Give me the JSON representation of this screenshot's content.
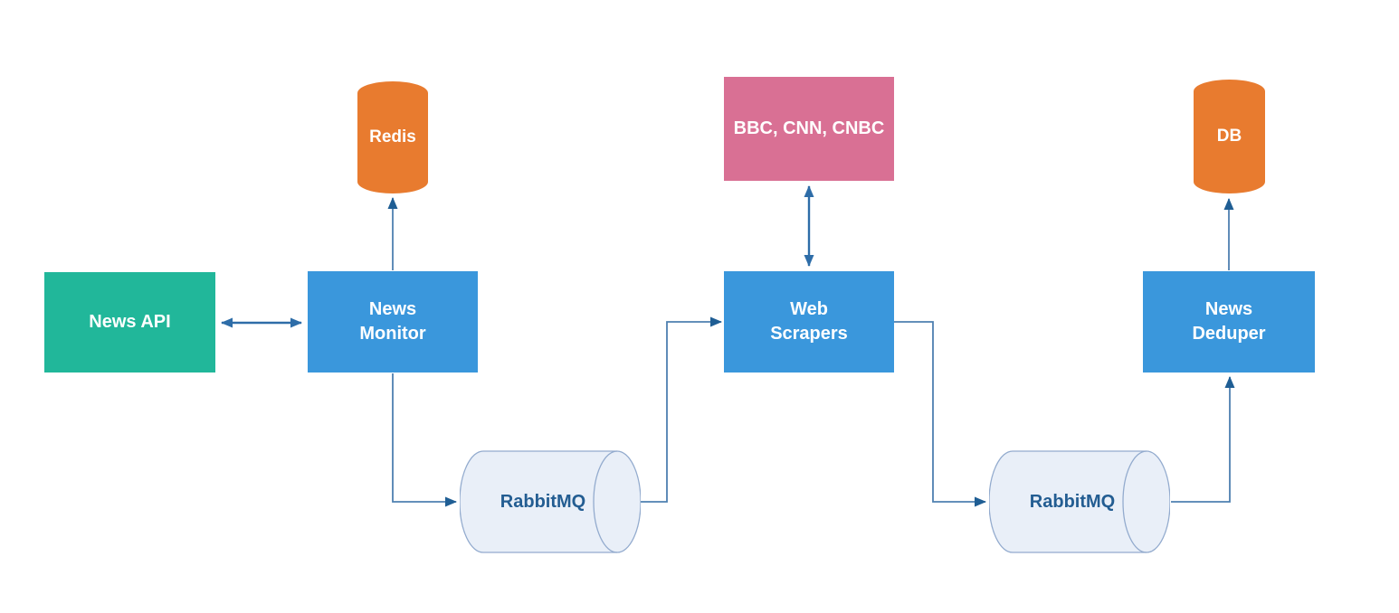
{
  "diagram": {
    "kind": "architecture-flow-diagram",
    "background_color": "#FFFFFF",
    "nodes": {
      "news_api": {
        "label": "News API",
        "shape": "rectangle",
        "fill": "#21B79A",
        "text_color": "#FFFFFF"
      },
      "news_monitor": {
        "label": "News Monitor",
        "shape": "rectangle",
        "fill": "#3A97DC",
        "text_color": "#FFFFFF"
      },
      "redis": {
        "label": "Redis",
        "shape": "cylinder-vertical",
        "fill": "#E87B2F",
        "text_color": "#FFFFFF"
      },
      "sources": {
        "label": "BBC, CNN, CNBC",
        "shape": "rectangle",
        "fill": "#D97094",
        "text_color": "#FFFFFF"
      },
      "web_scrapers": {
        "label": "Web Scrapers",
        "shape": "rectangle",
        "fill": "#3A97DC",
        "text_color": "#FFFFFF"
      },
      "rabbitmq_left": {
        "label": "RabbitMQ",
        "shape": "cylinder-horizontal",
        "fill": "#E9EFF8",
        "stroke": "#93ABCE",
        "text_color": "#235D92"
      },
      "rabbitmq_right": {
        "label": "RabbitMQ",
        "shape": "cylinder-horizontal",
        "fill": "#E9EFF8",
        "stroke": "#93ABCE",
        "text_color": "#235D92"
      },
      "news_deduper": {
        "label": "News Deduper",
        "shape": "rectangle",
        "fill": "#3A97DC",
        "text_color": "#FFFFFF"
      },
      "db": {
        "label": "DB",
        "shape": "cylinder-vertical",
        "fill": "#E87B2F",
        "text_color": "#FFFFFF"
      }
    },
    "edges": [
      {
        "from": "news_api",
        "to": "news_monitor",
        "direction": "bidirectional"
      },
      {
        "from": "news_monitor",
        "to": "redis",
        "direction": "forward"
      },
      {
        "from": "news_monitor",
        "to": "rabbitmq_left",
        "direction": "forward"
      },
      {
        "from": "rabbitmq_left",
        "to": "web_scrapers",
        "direction": "forward"
      },
      {
        "from": "web_scrapers",
        "to": "sources",
        "direction": "bidirectional"
      },
      {
        "from": "web_scrapers",
        "to": "rabbitmq_right",
        "direction": "forward"
      },
      {
        "from": "rabbitmq_right",
        "to": "news_deduper",
        "direction": "forward"
      },
      {
        "from": "news_deduper",
        "to": "db",
        "direction": "forward"
      }
    ],
    "edge_style": {
      "thin_line_color": "#4E80B0",
      "thick_line_color": "#2E6DA8",
      "arrowhead_color": "#1F5E94"
    }
  }
}
